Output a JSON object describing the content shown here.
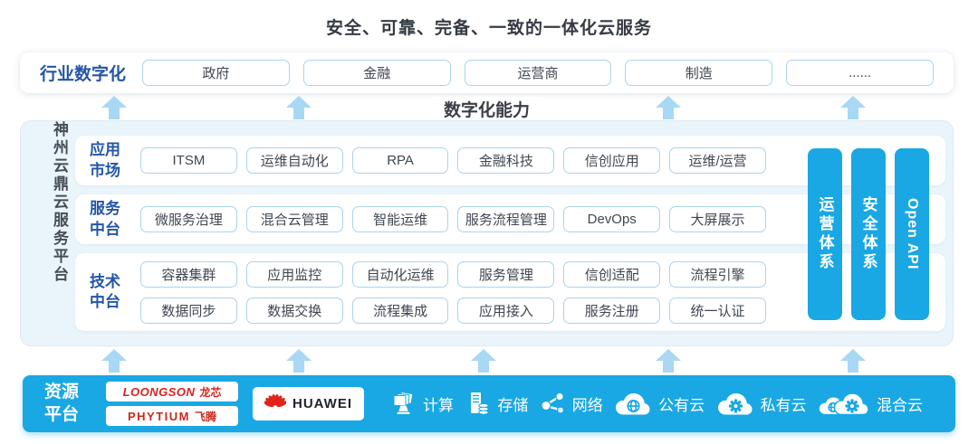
{
  "colors": {
    "accent": "#19a8e3",
    "arrow": "#a8d8f4",
    "panel_bg": "#eaf4fb",
    "box_border": "#a9d4ee",
    "blue_text": "#2456a8",
    "dark_text": "#363b43",
    "vendor_red": "#d7231f"
  },
  "title": "安全、可靠、完备、一致的一体化云服务",
  "industry": {
    "label": "行业数字化",
    "items": [
      "政府",
      "金融",
      "运营商",
      "制造",
      "......"
    ]
  },
  "capability_label": "数字化能力",
  "platform": {
    "name": "神州云鼎云服务平台",
    "rows": [
      {
        "label": "应用市场",
        "items": [
          "ITSM",
          "运维自动化",
          "RPA",
          "金融科技",
          "信创应用",
          "运维/运营"
        ]
      },
      {
        "label": "服务中台",
        "items": [
          "微服务治理",
          "混合云管理",
          "智能运维",
          "服务流程管理",
          "DevOps",
          "大屏展示"
        ]
      },
      {
        "label": "技术中台",
        "groups": [
          [
            "容器集群",
            "应用监控",
            "自动化运维",
            "服务管理",
            "信创适配",
            "流程引擎"
          ],
          [
            "数据同步",
            "数据交换",
            "流程集成",
            "应用接入",
            "服务注册",
            "统一认证"
          ]
        ]
      }
    ],
    "pillars": [
      "运营体系",
      "安全体系",
      "Open API"
    ]
  },
  "resources": {
    "label": "资源平台",
    "vendors": {
      "loongson": {
        "latin": "LOONGSON",
        "cjk": "龙芯"
      },
      "phytium": {
        "latin": "PHYTIUM",
        "cjk": "飞腾"
      },
      "huawei": "HUAWEI"
    },
    "services": [
      {
        "icon": "compute-icon",
        "label": "计算"
      },
      {
        "icon": "storage-icon",
        "label": "存储"
      },
      {
        "icon": "network-icon",
        "label": "网络"
      },
      {
        "icon": "public-cloud-icon",
        "label": "公有云"
      },
      {
        "icon": "private-cloud-icon",
        "label": "私有云"
      },
      {
        "icon": "hybrid-cloud-icon",
        "label": "混合云"
      }
    ]
  }
}
